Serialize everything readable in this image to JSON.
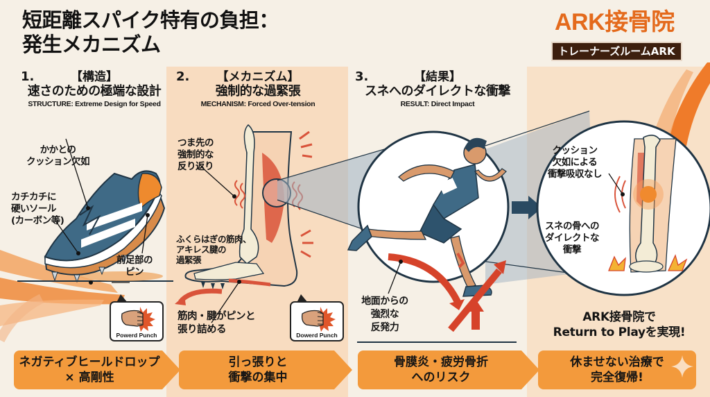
{
  "header": {
    "title_line1": "短距離スパイク特有の負担：",
    "title_line2": "発生メカニズム"
  },
  "brand": {
    "name": "ARK接骨院",
    "subtitle": "トレーナーズルームARK",
    "accent_color": "#e46a1c",
    "subtitle_bg": "#3d1f0e"
  },
  "sections": [
    {
      "number": "1.",
      "tag": "【構造】",
      "title": "速さのための極端な設計",
      "subtitle_en": "STRUCTURE: Extreme Design for Speed",
      "labels": [
        "かかとの",
        "クッション欠如",
        "カチカチに",
        "硬いソール",
        "(カーボン等)",
        "前足部の",
        "ピン"
      ],
      "badge": "Powerd Punch",
      "chevron": [
        "ネガティブヒールドロップ",
        "× 高剛性"
      ]
    },
    {
      "number": "2.",
      "tag": "【メカニズム】",
      "title": "強制的な過緊張",
      "subtitle_en": "MECHANISM: Forced Over-tension",
      "labels": [
        "つま先の",
        "強制的な",
        "反り返り",
        "ふくらはぎの筋肉、",
        "アキレス腱の",
        "過緊張",
        "筋肉・腱がピンと",
        "張り詰める"
      ],
      "badge": "Dowerd Punch",
      "chevron": [
        "引っ張りと",
        "衝撃の集中"
      ]
    },
    {
      "number": "3.",
      "tag": "【結果】",
      "title": "スネへのダイレクトな衝撃",
      "subtitle_en": "RESULT: Direct Impact",
      "labels": [
        "地面からの",
        "強烈な",
        "反発力"
      ],
      "chevron": [
        "骨膜炎・疲労骨折",
        "へのリスク"
      ]
    },
    {
      "labels": [
        "クッション",
        "欠如による",
        "衝撃吸収なし",
        "スネの骨への",
        "ダイレクトな",
        "衝撃"
      ],
      "closing": [
        "ARK接骨院で",
        "Return to Playを実現!"
      ],
      "chevron": [
        "休ませない治療で",
        "完全復帰!"
      ]
    }
  ],
  "colors": {
    "background": "#f6f0e6",
    "panel_tint": "#f8dcc0",
    "chevron": "#f39a3c",
    "navy": "#3a5a74",
    "red_arrow": "#d6432a"
  }
}
